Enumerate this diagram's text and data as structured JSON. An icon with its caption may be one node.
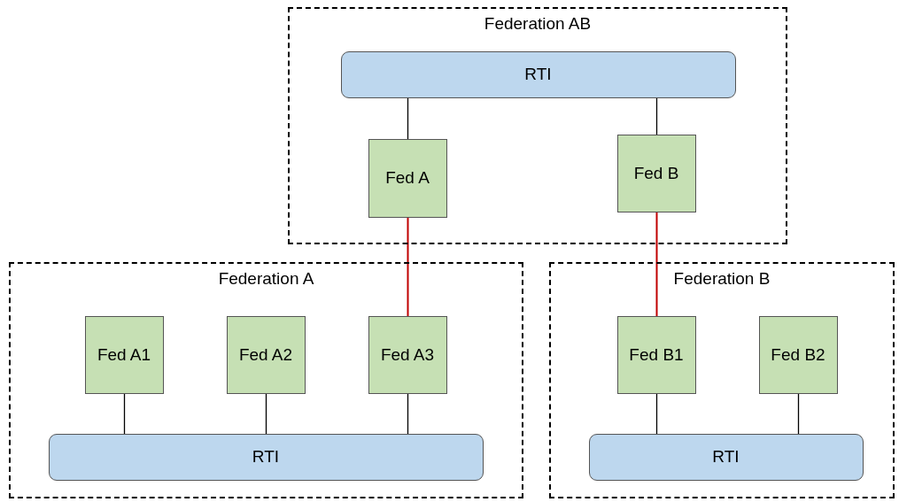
{
  "diagram": {
    "nodes": [
      {
        "text": [
          "Federation AB"
        ]
      },
      {
        "text": [
          "RTI"
        ],
        "in": 0
      },
      {
        "text": [
          "Fed A"
        ],
        "in": 0
      },
      {
        "text": [
          "Fed B"
        ],
        "in": 0
      },
      {
        "text": [
          "Federation A"
        ]
      },
      {
        "text": [
          "Fed A1"
        ],
        "in": 4
      },
      {
        "text": [
          "Fed A2"
        ],
        "in": 4
      },
      {
        "text": [
          "Fed A3"
        ],
        "in": 4
      },
      {
        "text": [
          "RTI"
        ],
        "in": 4
      },
      {
        "text": [
          "Federation B"
        ]
      },
      {
        "text": [
          "Fed B1"
        ],
        "in": 9
      },
      {
        "text": [
          "Fed B2"
        ],
        "in": 9
      },
      {
        "text": [
          "RTI"
        ],
        "in": 9
      }
    ],
    "edges": [
      {
        "from": 1,
        "to": 2,
        "arrow": "none"
      },
      {
        "from": 1,
        "to": 3,
        "arrow": "none"
      },
      {
        "from": 2,
        "to": 7,
        "arrow": "none",
        "color": "#c00000"
      },
      {
        "from": 3,
        "to": 10,
        "arrow": "none",
        "color": "#c00000"
      },
      {
        "from": 5,
        "to": 8,
        "arrow": "none"
      },
      {
        "from": 6,
        "to": 8,
        "arrow": "none"
      },
      {
        "from": 7,
        "to": 8,
        "arrow": "none"
      },
      {
        "from": 10,
        "to": 12,
        "arrow": "none"
      },
      {
        "from": 11,
        "to": 12,
        "arrow": "none"
      }
    ]
  }
}
